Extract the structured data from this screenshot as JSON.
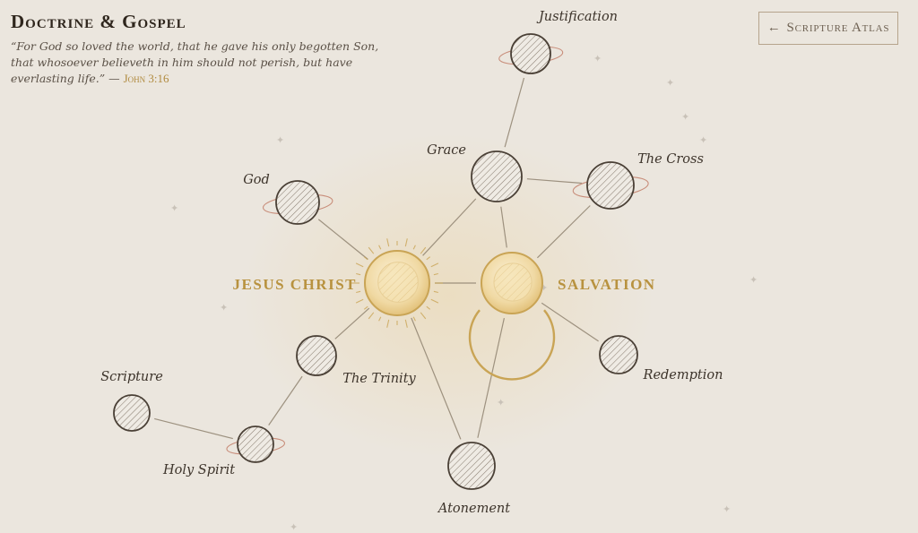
{
  "header": {
    "title": "Doctrine & Gospel",
    "quote": "“For God so loved the world, that he gave his only begotten Son, that whosoever believeth in him should not perish, but have everlasting life.”",
    "dash": " — ",
    "reference": "John 3:16"
  },
  "nav": {
    "arrow": "←",
    "back_label": "Scripture Atlas"
  },
  "colors": {
    "gold": "#c9a455",
    "ink": "#3a3128",
    "paper": "#ebe6de",
    "line": "#8f8270"
  },
  "nodes": [
    {
      "id": "jesus-christ",
      "label": "JESUS CHRIST",
      "kind": "hub-rays"
    },
    {
      "id": "salvation",
      "label": "SALVATION",
      "kind": "hub-arc"
    },
    {
      "id": "justification",
      "label": "Justification",
      "kind": "ringed"
    },
    {
      "id": "grace",
      "label": "Grace",
      "kind": "planet"
    },
    {
      "id": "the-cross",
      "label": "The Cross",
      "kind": "ringed"
    },
    {
      "id": "god",
      "label": "God",
      "kind": "ringed"
    },
    {
      "id": "the-trinity",
      "label": "The Trinity",
      "kind": "planet"
    },
    {
      "id": "scripture",
      "label": "Scripture",
      "kind": "planet"
    },
    {
      "id": "holy-spirit",
      "label": "Holy Spirit",
      "kind": "ringed"
    },
    {
      "id": "atonement",
      "label": "Atonement",
      "kind": "planet"
    },
    {
      "id": "redemption",
      "label": "Redemption",
      "kind": "planet"
    }
  ],
  "edges": [
    [
      "jesus-christ",
      "salvation"
    ],
    [
      "jesus-christ",
      "god"
    ],
    [
      "jesus-christ",
      "grace"
    ],
    [
      "jesus-christ",
      "the-trinity"
    ],
    [
      "jesus-christ",
      "atonement"
    ],
    [
      "salvation",
      "grace"
    ],
    [
      "salvation",
      "the-cross"
    ],
    [
      "salvation",
      "redemption"
    ],
    [
      "salvation",
      "atonement"
    ],
    [
      "grace",
      "justification"
    ],
    [
      "grace",
      "the-cross"
    ],
    [
      "the-trinity",
      "holy-spirit"
    ],
    [
      "holy-spirit",
      "scripture"
    ]
  ]
}
